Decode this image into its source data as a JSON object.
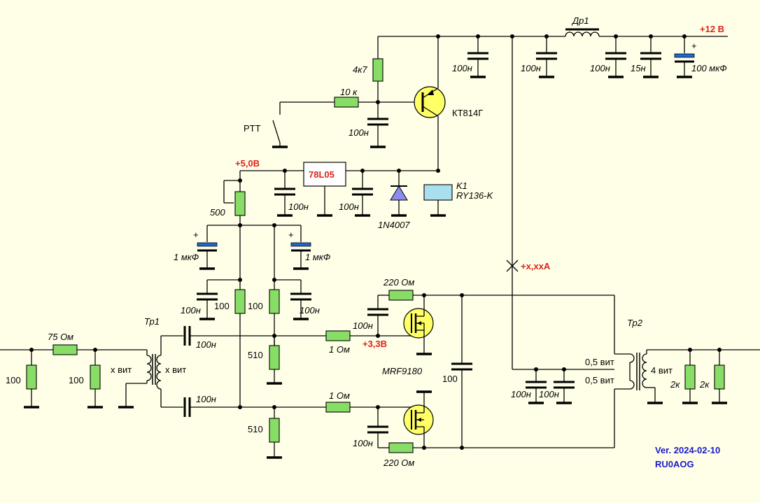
{
  "labels": {
    "supply": "+12 В",
    "choke": "Др1",
    "c_100n": "100н",
    "c_15n": "15н",
    "c_100u": "100 мкФ",
    "r_4k7": "4к7",
    "r_10k": "10 к",
    "transistor": "КТ814Г",
    "ptt": "PTT",
    "v5": "+5,0В",
    "regulator": "78L05",
    "relay_name": "K1",
    "relay_type": "RY136-K",
    "diode": "1N4007",
    "pot": "500",
    "c_1u": "1 мкФ",
    "r_100": "100",
    "r_220": "220 Ом",
    "r_1": "1 Ом",
    "r_510": "510",
    "v33": "+3,3В",
    "mosfet": "MRF9180",
    "current": "+x,xxA",
    "tp1": "Тр1",
    "tp2": "Тр2",
    "r_75": "75 Ом",
    "x_turns": "х вит",
    "turns_05": "0,5 вит",
    "turns_4": "4 вит",
    "r_2k": "2к",
    "version": "Ver. 2024-02-10",
    "author": "RU0AOG"
  },
  "colors": {
    "background": "#FFFFE8",
    "resistor": "#88DD66",
    "label_red": "#E0201A",
    "label_blue": "#1A1AC8",
    "electrolytic": "#1E6ACF",
    "relay": "#A8E0F0",
    "diode": "#8C8CF0",
    "mosfet": "#FFFF66"
  },
  "icons": [
    "resistor-icon",
    "capacitor-icon",
    "electrolytic-capacitor-icon",
    "inductor-icon",
    "pnp-transistor-icon",
    "mosfet-icon",
    "diode-icon",
    "relay-coil-icon",
    "switch-icon",
    "transformer-icon",
    "ground-icon"
  ]
}
